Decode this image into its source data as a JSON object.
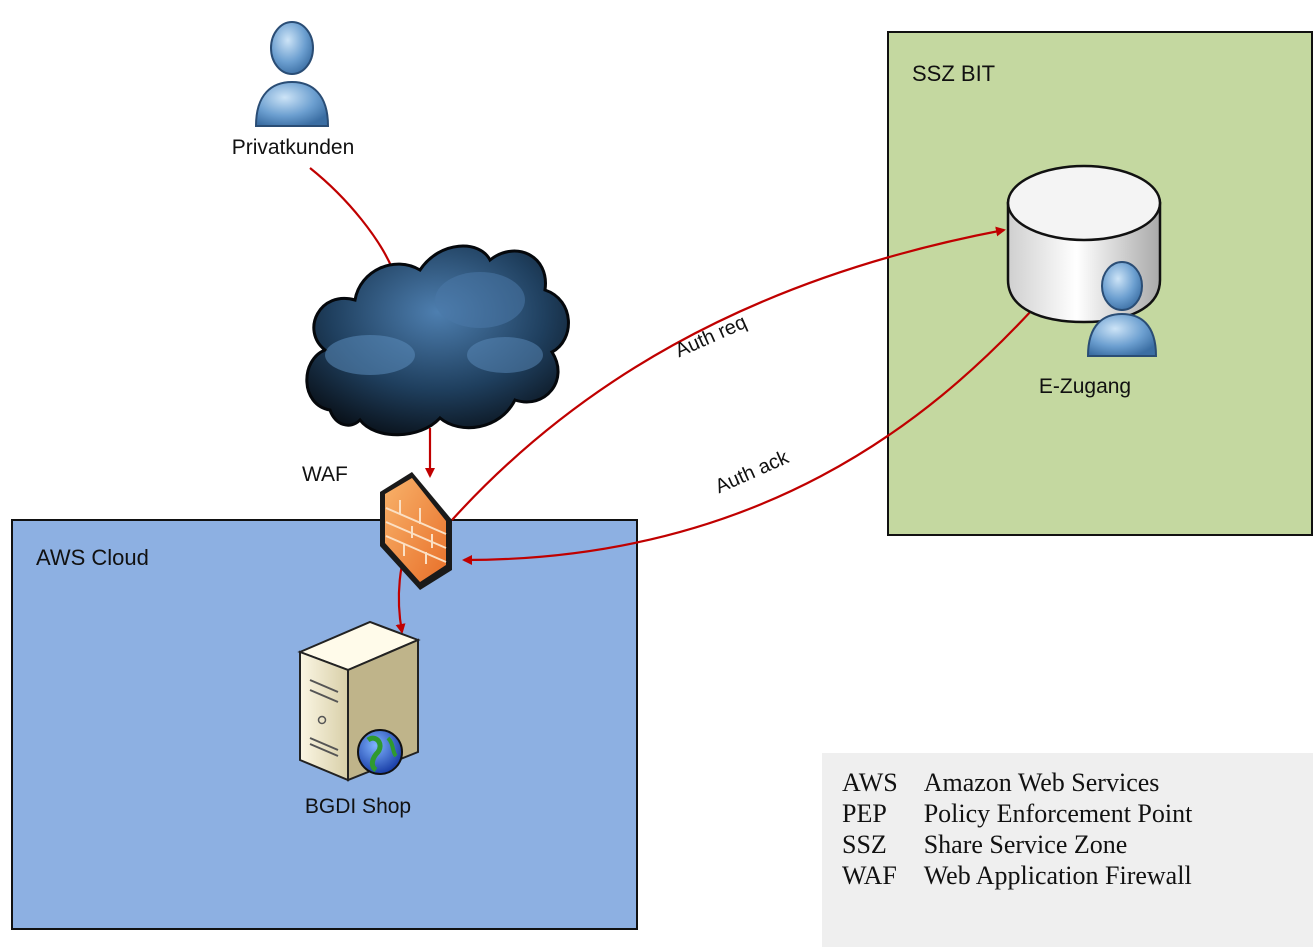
{
  "zones": {
    "aws": {
      "label": "AWS Cloud"
    },
    "ssz": {
      "label": "SSZ BIT"
    }
  },
  "nodes": {
    "privatkunden": {
      "label": "Privatkunden",
      "icon": "user-icon"
    },
    "internet": {
      "icon": "cloud-icon"
    },
    "waf": {
      "label": "WAF",
      "icon": "firewall-icon"
    },
    "bgdi_shop": {
      "label": "BGDI Shop",
      "icon": "web-server-icon"
    },
    "e_zugang": {
      "label": "E-Zugang",
      "icon": "database-user-icon"
    }
  },
  "edges": {
    "auth_req": "Auth req",
    "auth_ack": "Auth ack"
  },
  "legend": [
    {
      "abbr": "AWS",
      "text": "Amazon Web Services"
    },
    {
      "abbr": "PEP",
      "text": "Policy Enforcement Point"
    },
    {
      "abbr": "SSZ",
      "text": "Share Service Zone"
    },
    {
      "abbr": "WAF",
      "text": "Web Application Firewall"
    }
  ],
  "colors": {
    "aws_zone": "#8db0e2",
    "ssz_zone": "#c4d8a0",
    "arrow": "#c00000",
    "legend_bg": "#efefef"
  }
}
